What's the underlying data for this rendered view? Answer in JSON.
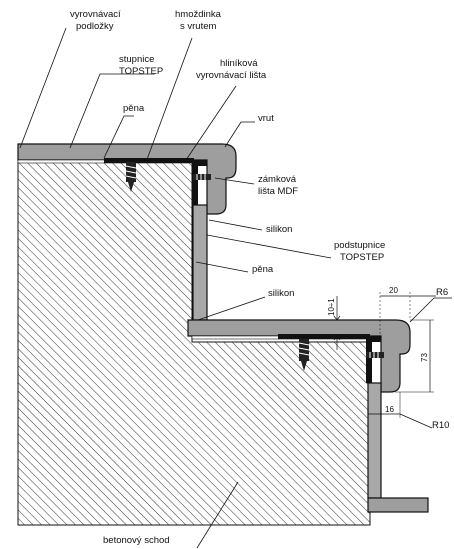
{
  "labels": {
    "leveling_pads": [
      "vyrovnávací",
      "podložky"
    ],
    "dowel": [
      "hmoždinka",
      "s vrutem"
    ],
    "aluminium_strip": [
      "hliníková",
      "vyrovnávací lišta"
    ],
    "tread": [
      "stupnice",
      "TOPSTEP"
    ],
    "foam_top": "pěna",
    "screw": "vrut",
    "lock_strip": [
      "zámková",
      "lišta MDF"
    ],
    "silicone_upper": "silikon",
    "riser": [
      "podstupnice",
      "TOPSTEP"
    ],
    "foam_riser": "pěna",
    "silicone_lower": "silikon",
    "concrete_step": "betonový schod"
  },
  "dimensions": {
    "gap": "10÷1",
    "overhang": "20",
    "nose_height": "73",
    "riser_offset": "16",
    "radius_top": "R6",
    "radius_bottom": "R10"
  },
  "colors": {
    "board": "#9e9e9e",
    "board_light": "#b8b8b8",
    "hatch": "#222222",
    "line": "#111111"
  }
}
